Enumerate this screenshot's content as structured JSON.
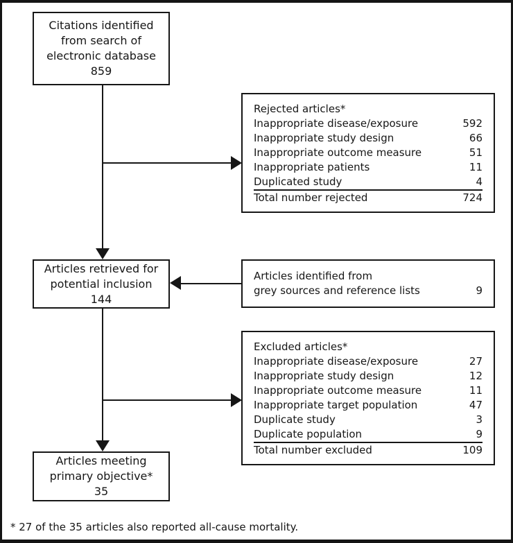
{
  "figure": {
    "footnote": "* 27 of the 35 articles also reported all-cause mortality."
  },
  "boxes": {
    "citations": {
      "text": "Citations identified\nfrom search of\nelectronic database\n859"
    },
    "retrieved": {
      "text": "Articles retrieved for\npotential inclusion\n144"
    },
    "objective": {
      "text": "Articles meeting\nprimary objective*\n35"
    },
    "grey_sources": {
      "line1": "Articles identified from",
      "line2": "grey sources and reference lists",
      "value": "9"
    },
    "rejected": {
      "title": "Rejected articles*",
      "rows": [
        {
          "label": "Inappropriate disease/exposure",
          "value": "592"
        },
        {
          "label": "Inappropriate study design",
          "value": "66"
        },
        {
          "label": "Inappropriate outcome measure",
          "value": "51"
        },
        {
          "label": "Inappropriate patients",
          "value": "11"
        },
        {
          "label": "Duplicated study",
          "value": "4"
        }
      ],
      "total": {
        "label": "Total number rejected",
        "value": "724"
      }
    },
    "excluded": {
      "title": "Excluded articles*",
      "rows": [
        {
          "label": "Inappropriate disease/exposure",
          "value": "27"
        },
        {
          "label": "Inappropriate study design",
          "value": "12"
        },
        {
          "label": "Inappropriate outcome measure",
          "value": "11"
        },
        {
          "label": "Inappropriate target population",
          "value": "47"
        },
        {
          "label": "Duplicate study",
          "value": "3"
        },
        {
          "label": "Duplicate population",
          "value": "9"
        }
      ],
      "total": {
        "label": "Total number excluded",
        "value": "109"
      }
    }
  },
  "colors": {
    "ink": "#161616",
    "background": "#ffffff"
  }
}
